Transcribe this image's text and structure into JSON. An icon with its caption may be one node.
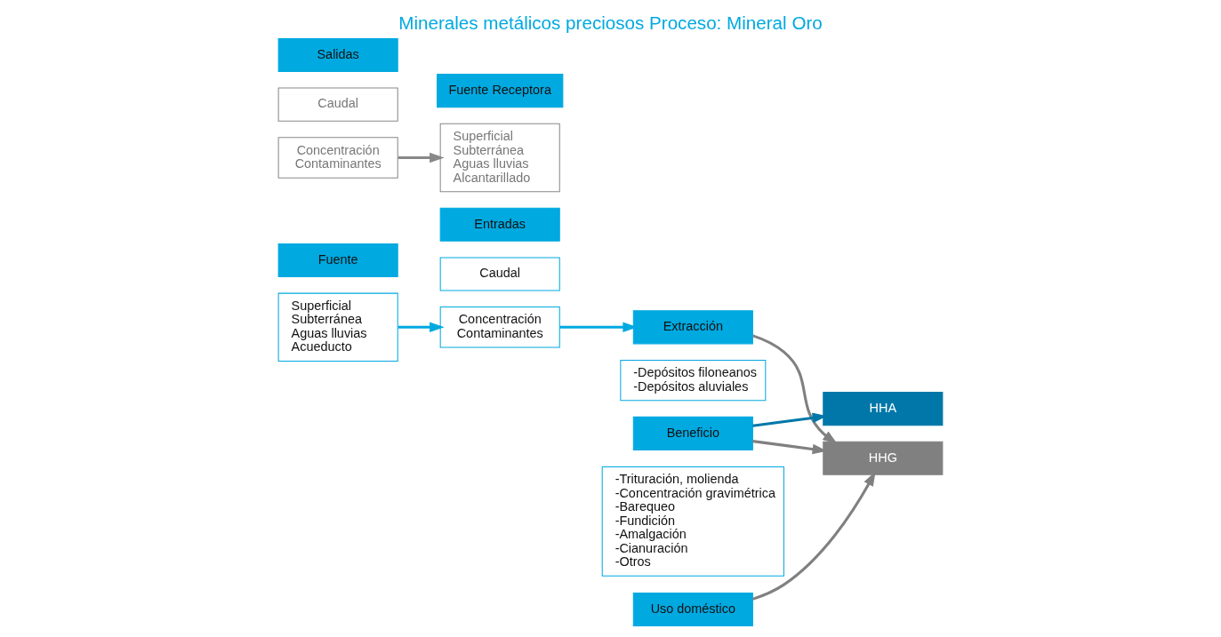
{
  "diagram": {
    "title": "Minerales metálicos preciosos Proceso: Mineral Oro",
    "nodes": [
      {
        "text": [
          "Fuente"
        ]
      },
      {
        "text": [
          "Superficial",
          "Subterránea",
          "Aguas lluvias",
          "Acueducto"
        ]
      },
      {
        "text": [
          "Entradas"
        ]
      },
      {
        "text": [
          "Caudal"
        ]
      },
      {
        "text": [
          "Concentración",
          "Contaminantes"
        ]
      },
      {
        "text": [
          "Extracción"
        ]
      },
      {
        "text": [
          "-Depósitos filoneanos",
          "-Depósitos aluviales"
        ]
      },
      {
        "text": [
          "Beneficio"
        ]
      },
      {
        "text": [
          "-Trituración, molienda",
          "-Concentración gravimétrica",
          "-Barequeo",
          "-Fundición",
          "-Amalgación",
          "-Cianuración",
          "-Otros"
        ]
      },
      {
        "text": [
          "Uso doméstico"
        ]
      },
      {
        "text": [
          "HHA"
        ]
      },
      {
        "text": [
          "HHG"
        ]
      },
      {
        "text": [
          "Salidas"
        ]
      },
      {
        "text": [
          "Caudal"
        ]
      },
      {
        "text": [
          "Concentración",
          "Contaminantes"
        ]
      },
      {
        "text": [
          "Fuente Receptora"
        ]
      },
      {
        "text": [
          "Superficial",
          "Subterránea",
          "Aguas lluvias",
          "Alcantarillado"
        ]
      }
    ],
    "edges": [
      {
        "from": 1,
        "to": 4,
        "arrow": "to",
        "color": "#00a9e0"
      },
      {
        "from": 4,
        "to": 5,
        "arrow": "to",
        "color": "#00a9e0"
      },
      {
        "from": 5,
        "to": 11,
        "arrow": "to",
        "color": "#808080"
      },
      {
        "from": 7,
        "to": 10,
        "arrow": "to",
        "color": "#0077a8"
      },
      {
        "from": 7,
        "to": 11,
        "arrow": "to",
        "color": "#808080"
      },
      {
        "from": 9,
        "to": 11,
        "arrow": "to",
        "color": "#808080"
      },
      {
        "from": 14,
        "to": 16,
        "arrow": "to",
        "color": "#888888"
      }
    ]
  }
}
